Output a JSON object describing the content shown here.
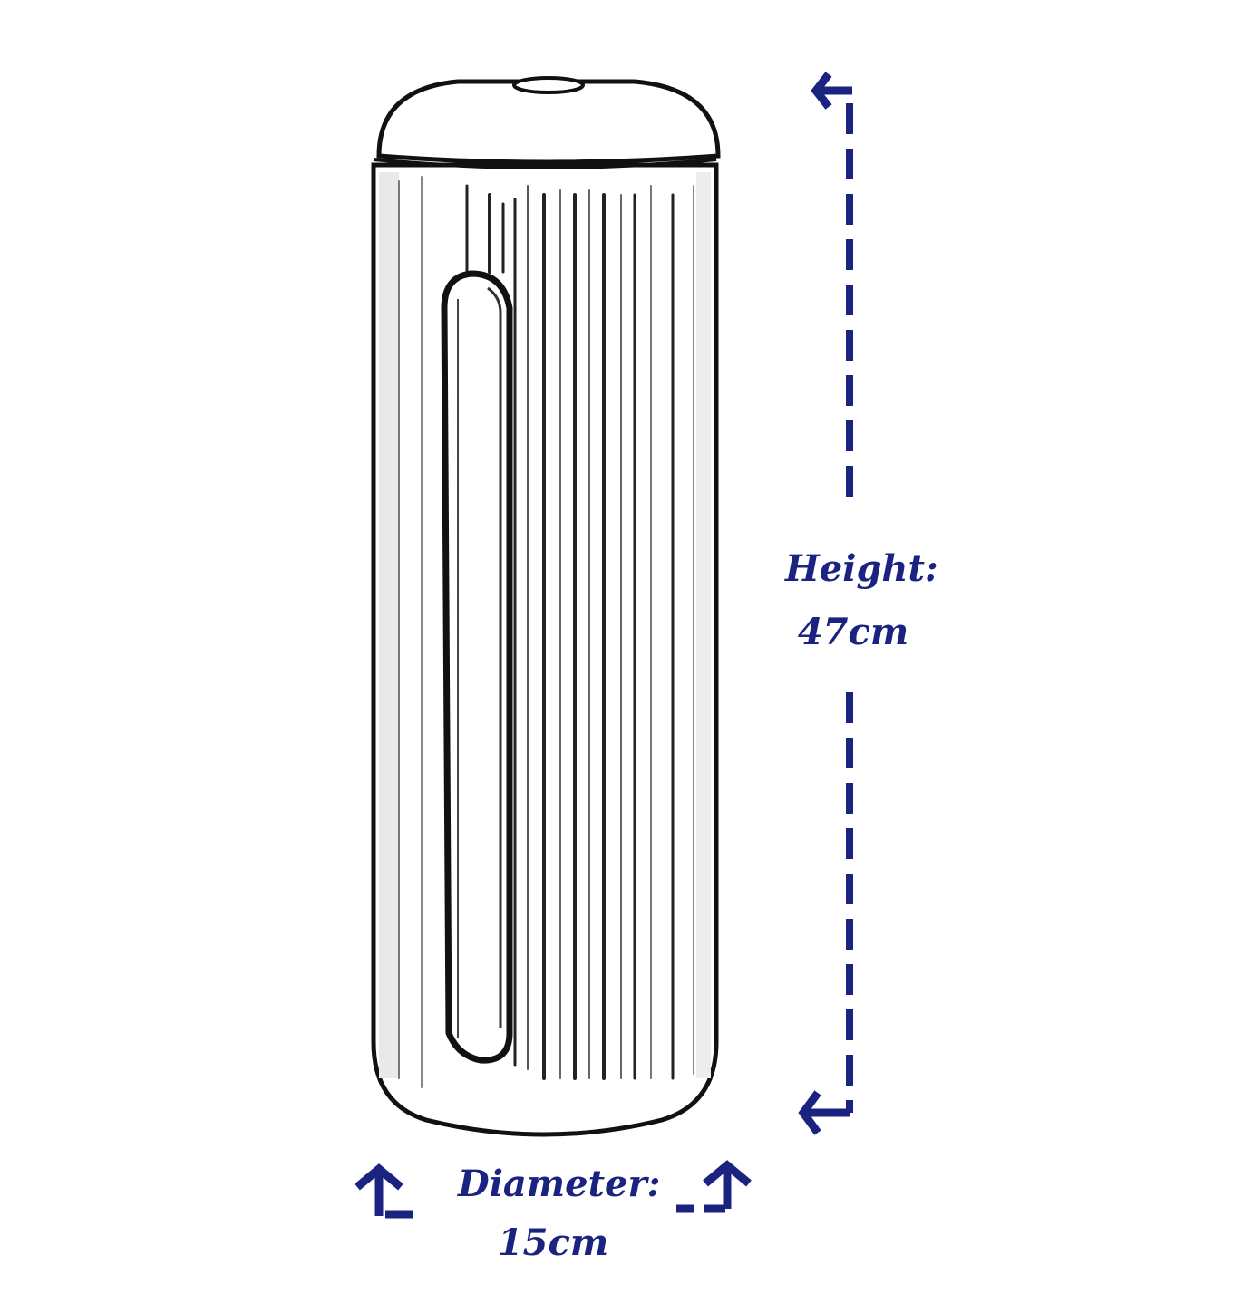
{
  "colors": {
    "annotation": "#1a2380",
    "outline": "#111111",
    "background": "#ffffff"
  },
  "dimensions": {
    "height": {
      "label": "Height:",
      "value": "47cm"
    },
    "diameter": {
      "label": "Diameter:",
      "value": "15cm"
    }
  }
}
